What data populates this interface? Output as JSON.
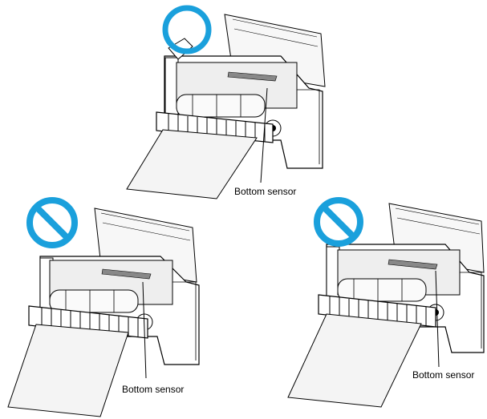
{
  "colors": {
    "symbol": "#1aa0dc",
    "line": "#000000",
    "paper_fill": "#f4f4f4",
    "shadow_fill": "#e6e6e6",
    "background": "#ffffff"
  },
  "panels": [
    {
      "id": "top",
      "symbol": "correct-circle",
      "label": "Bottom sensor"
    },
    {
      "id": "left",
      "symbol": "prohibited-sign",
      "label": "Bottom sensor"
    },
    {
      "id": "right",
      "symbol": "prohibited-sign",
      "label": "Bottom sensor"
    }
  ]
}
